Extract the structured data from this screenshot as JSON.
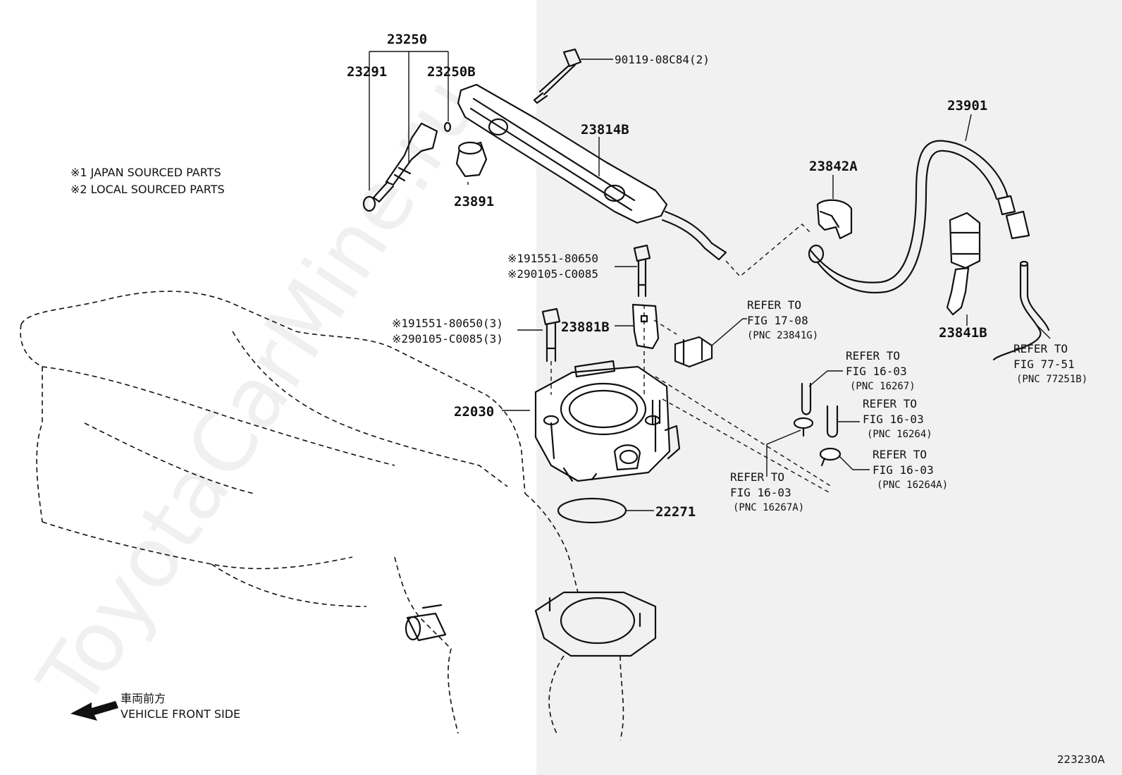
{
  "watermark": "ToyotaCarMine.ru",
  "notes": {
    "japan": "※1 JAPAN SOURCED PARTS",
    "local": "※2 LOCAL SOURCED PARTS"
  },
  "direction": {
    "jp": "車両前方",
    "en": "VEHICLE FRONT SIDE"
  },
  "figure_code": "223230A",
  "parts": {
    "p23250": "23250",
    "p23291": "23291",
    "p23250B": "23250B",
    "p23891": "23891",
    "bolt_top": "90119-08C84(2)",
    "p23814B": "23814B",
    "p23901": "23901",
    "p23842A": "23842A",
    "p23841B": "23841B",
    "bolt_mid_1": "※191551-80650",
    "bolt_mid_2": "※290105-C0085",
    "bolt_left_1": "※191551-80650(3)",
    "bolt_left_2": "※290105-C0085(3)",
    "p23881B": "23881B",
    "p22030": "22030",
    "p22271": "22271"
  },
  "references": {
    "r1708": {
      "refer": "REFER TO",
      "fig": "FIG 17-08",
      "pnc": "(PNC 23841G)"
    },
    "r7751": {
      "refer": "REFER TO",
      "fig": "FIG 77-51",
      "pnc": "(PNC 77251B)"
    },
    "r16267": {
      "refer": "REFER TO",
      "fig": "FIG 16-03",
      "pnc": "(PNC 16267)"
    },
    "r16264": {
      "refer": "REFER TO",
      "fig": "FIG 16-03",
      "pnc": "(PNC 16264)"
    },
    "r16264A": {
      "refer": "REFER TO",
      "fig": "FIG 16-03",
      "pnc": "(PNC 16264A)"
    },
    "r16267A": {
      "refer": "REFER TO",
      "fig": "FIG 16-03",
      "pnc": "(PNC 16267A)"
    }
  }
}
